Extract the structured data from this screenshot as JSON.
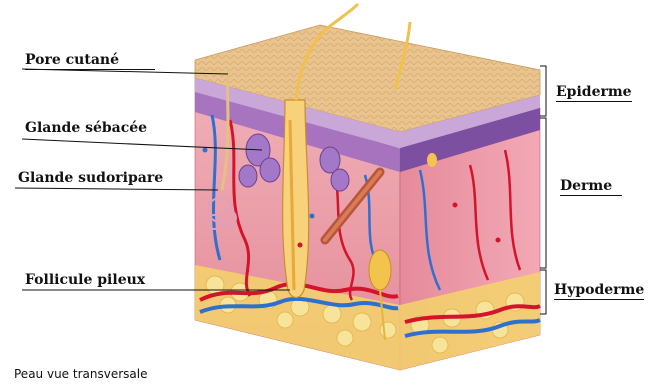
{
  "labels": {
    "pore": "Pore cutané",
    "sebacee": "Glande sébacée",
    "sudoripare": "Glande sudoripare",
    "follicule": "Follicule pileux",
    "epiderme": "Epiderme",
    "derme": "Derme",
    "hypoderme": "Hypoderme"
  },
  "caption": "Peau vue transversale",
  "colors": {
    "background": "#ffffff",
    "epidermis_top": "#e9c48e",
    "epidermis_layer": "#c9a7d9",
    "dermis": "#e89aa6",
    "dermis_purple": "#7d4fa1",
    "fat": "#f3d36b",
    "artery": "#d3142a",
    "vein": "#2f6fd0",
    "hair": "#f2c14a",
    "leader_line": "#111111"
  },
  "icons": [
    "skin-cross-section-illustration"
  ]
}
